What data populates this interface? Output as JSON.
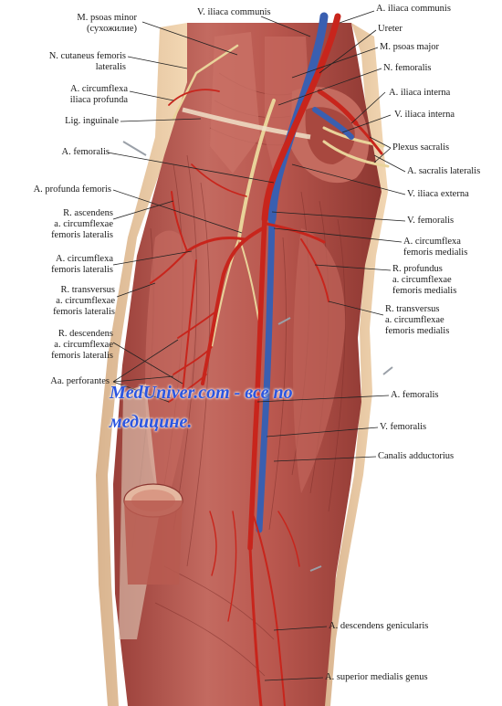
{
  "labels_left": [
    {
      "id": "psoas-minor",
      "lines": [
        "M. psoas minor",
        "(сухожилие)"
      ]
    },
    {
      "id": "cutaneus-femoris-lateralis",
      "lines": [
        "N. cutaneus femoris",
        "lateralis"
      ]
    },
    {
      "id": "circumflexa-iliaca-profunda",
      "lines": [
        "A. circumflexa",
        "iliaca profunda"
      ]
    },
    {
      "id": "lig-inguinale",
      "lines": [
        "Lig. inguinale"
      ]
    },
    {
      "id": "a-femoralis-upper",
      "lines": [
        "A. femoralis"
      ]
    },
    {
      "id": "a-profunda-femoris",
      "lines": [
        "A. profunda femoris"
      ]
    },
    {
      "id": "r-ascendens",
      "lines": [
        "R. ascendens",
        "a. circumflexae",
        "femoris lateralis"
      ]
    },
    {
      "id": "a-circumflexa-femoris-lateralis",
      "lines": [
        "A. circumflexa",
        "femoris lateralis"
      ]
    },
    {
      "id": "r-transversus-lateralis",
      "lines": [
        "R. transversus",
        "a. circumflexae",
        "femoris lateralis"
      ]
    },
    {
      "id": "r-descendens",
      "lines": [
        "R. descendens",
        "a. circumflexae",
        "femoris lateralis"
      ]
    },
    {
      "id": "aa-perforantes",
      "lines": [
        "Aa. perforantes"
      ]
    }
  ],
  "labels_top": [
    {
      "id": "v-iliaca-communis",
      "lines": [
        "V. iliaca communis"
      ]
    }
  ],
  "labels_right": [
    {
      "id": "a-iliaca-communis",
      "lines": [
        "A. iliaca communis"
      ]
    },
    {
      "id": "ureter",
      "lines": [
        "Ureter"
      ]
    },
    {
      "id": "psoas-major",
      "lines": [
        "M. psoas major"
      ]
    },
    {
      "id": "n-femoralis",
      "lines": [
        "N. femoralis"
      ]
    },
    {
      "id": "a-iliaca-interna",
      "lines": [
        "A. iliaca interna"
      ]
    },
    {
      "id": "v-iliaca-interna",
      "lines": [
        "V. iliaca interna"
      ]
    },
    {
      "id": "plexus-sacralis",
      "lines": [
        "Plexus sacralis"
      ]
    },
    {
      "id": "a-sacralis-lateralis",
      "lines": [
        "A. sacralis lateralis"
      ]
    },
    {
      "id": "v-iliaca-externa",
      "lines": [
        "V. iliaca externa"
      ]
    },
    {
      "id": "v-femoralis-upper",
      "lines": [
        "V. femoralis"
      ]
    },
    {
      "id": "a-circumflexa-femoris-medialis",
      "lines": [
        "A. circumflexa",
        "femoris medialis"
      ]
    },
    {
      "id": "r-profundus",
      "lines": [
        "R. profundus",
        "a. circumflexae",
        "femoris medialis"
      ]
    },
    {
      "id": "r-transversus-medialis",
      "lines": [
        "R. transversus",
        "a. circumflexae",
        "femoris medialis"
      ]
    },
    {
      "id": "a-femoralis-lower",
      "lines": [
        "A. femoralis"
      ]
    },
    {
      "id": "v-femoralis-lower",
      "lines": [
        "V. femoralis"
      ]
    },
    {
      "id": "canalis-adductorius",
      "lines": [
        "Canalis adductorius"
      ]
    },
    {
      "id": "a-descendens-genicularis",
      "lines": [
        "A. descendens genicularis"
      ]
    },
    {
      "id": "a-superior-medialis-genus",
      "lines": [
        "A. superior medialis genus"
      ]
    }
  ],
  "watermark": {
    "line1": "MedUniver.com - все по",
    "line2": "медицине."
  },
  "colors": {
    "muscle": "#b8574f",
    "muscle_dark": "#8a3530",
    "muscle_light": "#d98a7f",
    "artery": "#c8251c",
    "vein": "#3a5fb0",
    "nerve": "#e9d39a",
    "tendon": "#e8d8c4",
    "watermark": "#2a55e0"
  }
}
